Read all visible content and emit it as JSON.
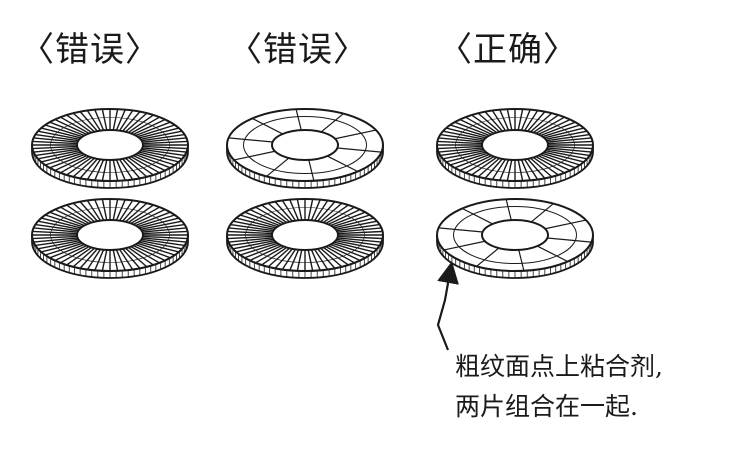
{
  "labels": {
    "left": "〈错误〉",
    "middle": "〈错误〉",
    "right": "〈正确〉"
  },
  "note": {
    "line1": "粗纹面点上粘合剂,",
    "line2": "两片组合在一起."
  },
  "washers": [
    {
      "column": "left",
      "position": "top",
      "face": "ridged-up"
    },
    {
      "column": "left",
      "position": "bottom",
      "face": "ridged-up"
    },
    {
      "column": "middle",
      "position": "top",
      "face": "flat-up"
    },
    {
      "column": "middle",
      "position": "bottom",
      "face": "ridged-up"
    },
    {
      "column": "right",
      "position": "top",
      "face": "ridged-up"
    },
    {
      "column": "right",
      "position": "bottom",
      "face": "flat-up"
    }
  ],
  "colors": {
    "ink": "#1a1a1a",
    "background": "#ffffff"
  }
}
